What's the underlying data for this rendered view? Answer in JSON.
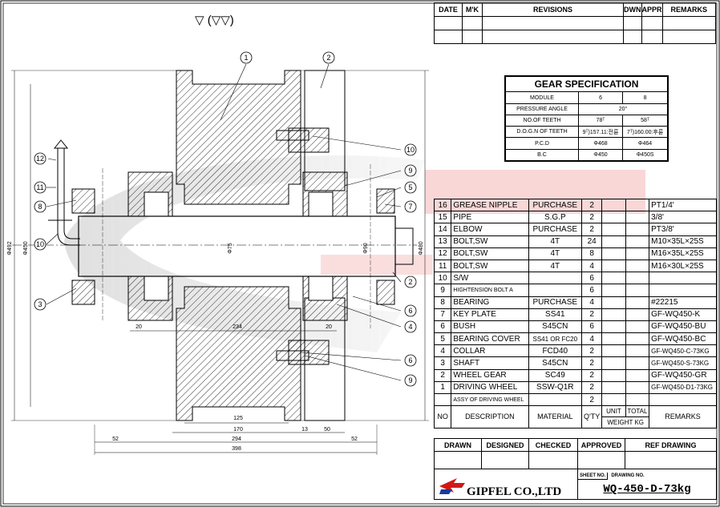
{
  "surface_symbol": "▽ (▽▽)",
  "revisions": {
    "headers": [
      "DATE",
      "M'K",
      "REVISIONS",
      "DWN",
      "APPR",
      "REMARKS"
    ]
  },
  "gear_spec": {
    "title": "GEAR SPECIFICATION",
    "rows": [
      {
        "label": "MODULE",
        "a": "6",
        "b": "8"
      },
      {
        "label": "PRESSURE ANGLE",
        "a": "20°",
        "b": ""
      },
      {
        "label": "NO.OF TEETH",
        "a": "78ᵀ",
        "b": "58ᵀ"
      },
      {
        "label": "D.O.G.N OF TEETH",
        "a": "9ᵀ)157.11:전륜",
        "b": "7ᵀ)160.00:후륜"
      },
      {
        "label": "P.C.D",
        "a": "Φ468",
        "b": "Φ464"
      },
      {
        "label": "B.C",
        "a": "Φ450",
        "b": "Φ450S"
      }
    ]
  },
  "parts": {
    "rows": [
      {
        "no": "16",
        "desc": "GREASE NIPPLE",
        "material": "PURCHASE",
        "qty": "2",
        "remarks": "PT1/4'"
      },
      {
        "no": "15",
        "desc": "PIPE",
        "material": "S.G.P",
        "qty": "2",
        "remarks": "3/8'"
      },
      {
        "no": "14",
        "desc": "ELBOW",
        "material": "PURCHASE",
        "qty": "2",
        "remarks": "PT3/8'"
      },
      {
        "no": "13",
        "desc": "BOLT,SW",
        "material": "4T",
        "qty": "24",
        "remarks": "M10×35L×25S"
      },
      {
        "no": "12",
        "desc": "BOLT,SW",
        "material": "4T",
        "qty": "8",
        "remarks": "M16×35L×25S"
      },
      {
        "no": "11",
        "desc": "BOLT,SW",
        "material": "4T",
        "qty": "4",
        "remarks": "M16×30L×25S"
      },
      {
        "no": "10",
        "desc": "S/W",
        "material": "",
        "qty": "6",
        "remarks": ""
      },
      {
        "no": "9",
        "desc": "HIGHTENSION BOLT A",
        "material": "",
        "qty": "6",
        "remarks": ""
      },
      {
        "no": "8",
        "desc": "BEARING",
        "material": "PURCHASE",
        "qty": "4",
        "remarks": "#22215"
      },
      {
        "no": "7",
        "desc": "KEY PLATE",
        "material": "SS41",
        "qty": "2",
        "remarks": "GF-WQ450-K"
      },
      {
        "no": "6",
        "desc": "BUSH",
        "material": "S45CN",
        "qty": "6",
        "remarks": "GF-WQ450-BU"
      },
      {
        "no": "5",
        "desc": "BEARING COVER",
        "material": "SS41 OR FC20",
        "qty": "4",
        "remarks": "GF-WQ450-BC"
      },
      {
        "no": "4",
        "desc": "COLLAR",
        "material": "FCD40",
        "qty": "2",
        "remarks": "GF-WQ450-C-73KG"
      },
      {
        "no": "3",
        "desc": "SHAFT",
        "material": "S45CN",
        "qty": "2",
        "remarks": "GF-WQ450-S-73KG"
      },
      {
        "no": "2",
        "desc": "WHEEL GEAR",
        "material": "SC49",
        "qty": "2",
        "remarks": "GF-WQ450-GR"
      },
      {
        "no": "1",
        "desc": "DRIVING WHEEL",
        "material": "SSW-Q1R",
        "qty": "2",
        "remarks": "GF-WQ450-D1-73KG"
      },
      {
        "no": "",
        "desc": "ASSY OF DRIVING WHEEL",
        "material": "",
        "qty": "2",
        "remarks": ""
      }
    ],
    "header": {
      "no": "NO",
      "desc": "DESCRIPTION",
      "material": "MATERIAL",
      "qty": "Q'TY",
      "unit": "UNIT",
      "total": "TOTAL",
      "weight": "WEIGHT KG",
      "remarks": "REMARKS"
    }
  },
  "approval": {
    "drawn": "DRAWN",
    "designed": "DESIGNED",
    "checked": "CHECKED",
    "approved": "APPROVED",
    "ref_drawing": "REF DRAWING",
    "sheet_no": "SHEET NO.",
    "drawing_no_label": "DRAWING NO.",
    "company": "GIPFEL CO.,LTD",
    "drawing_no": "WQ-450-D-73kg"
  },
  "dims": {
    "d125": "125",
    "d170": "170",
    "d13": "13",
    "d50": "50",
    "d294": "294",
    "d52a": "52",
    "d52b": "52",
    "d398": "398",
    "d20a": "20",
    "d20b": "20",
    "d234": "234",
    "phi492": "Φ492",
    "phi450": "Φ450",
    "phi480": "Φ480",
    "phi75": "Φ75",
    "phi90": "Φ90"
  },
  "balloons": [
    "1",
    "2",
    "12",
    "11",
    "8",
    "10",
    "3",
    "9",
    "5",
    "7",
    "2",
    "6",
    "4",
    "6",
    "9",
    "10"
  ],
  "colors": {
    "line": "#000000",
    "watermark_gray": "#c8c8c8",
    "watermark_red": "#f4b4b4"
  }
}
